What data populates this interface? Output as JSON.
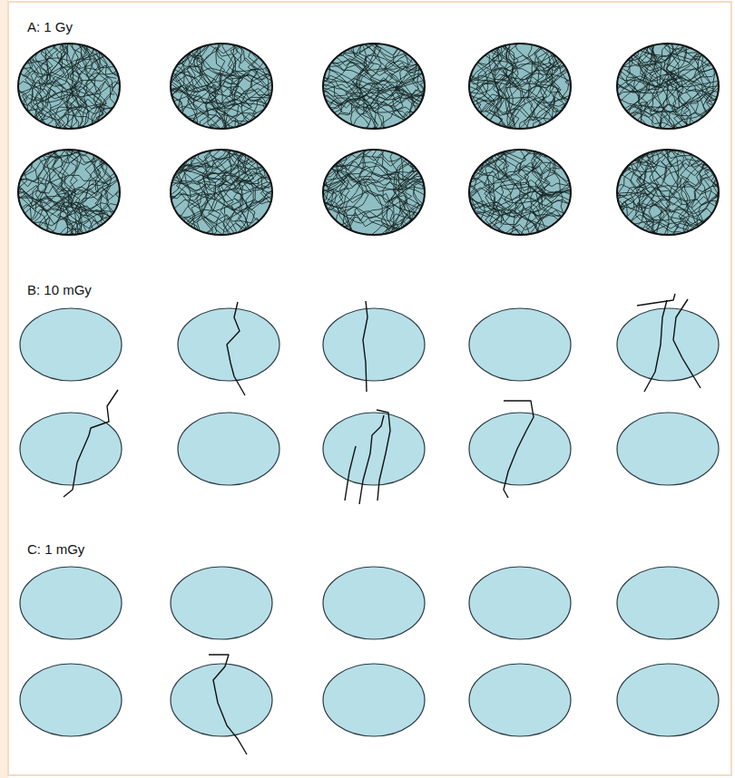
{
  "diagram": {
    "labels": [
      "A: 1 Gy",
      "B: 10 mGy",
      "C: 1 mGy"
    ]
  }
}
